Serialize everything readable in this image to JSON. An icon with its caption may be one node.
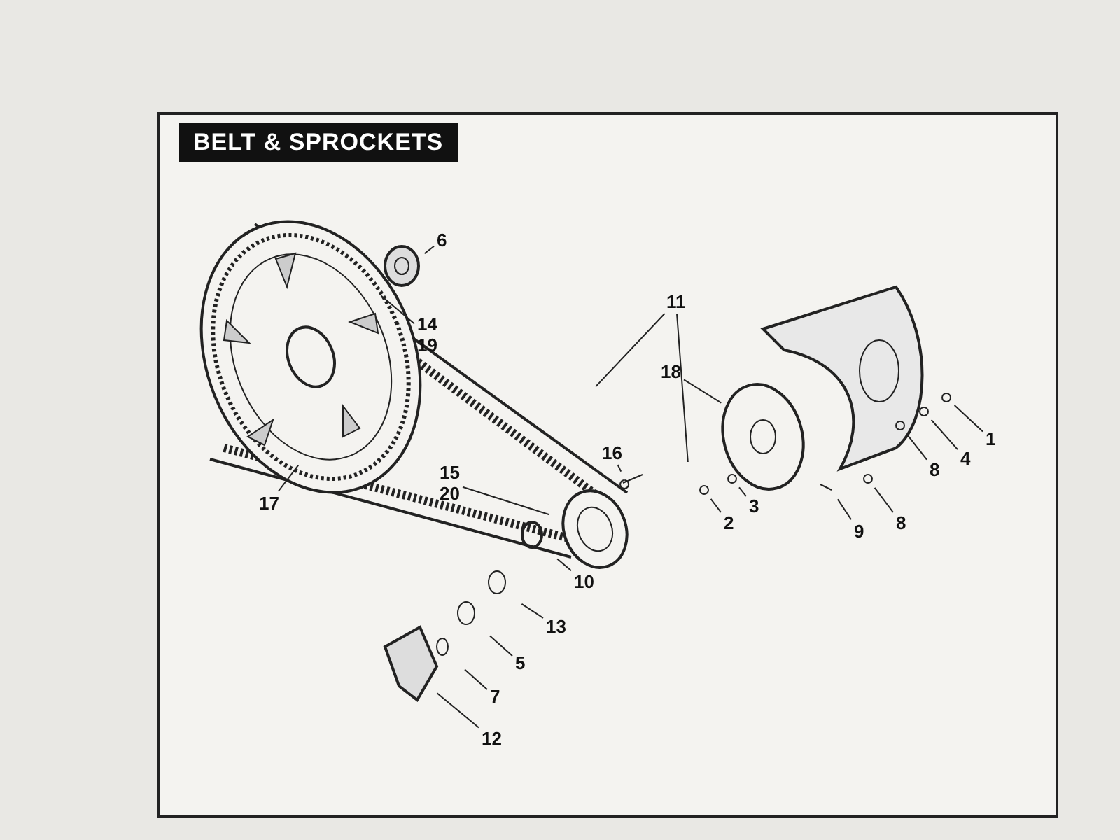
{
  "diagram": {
    "title": "BELT & SPROCKETS",
    "nodes": [
      {
        "text": [
          "6"
        ]
      },
      {
        "text": [
          "14",
          "19"
        ]
      },
      {
        "text": [
          "11"
        ]
      },
      {
        "text": [
          "18"
        ]
      },
      {
        "text": [
          "16"
        ]
      },
      {
        "text": [
          "17"
        ]
      },
      {
        "text": [
          "15",
          "20"
        ]
      },
      {
        "text": [
          "1"
        ]
      },
      {
        "text": [
          "4"
        ]
      },
      {
        "text": [
          "8"
        ]
      },
      {
        "text": [
          "3"
        ]
      },
      {
        "text": [
          "2"
        ]
      },
      {
        "text": [
          "8"
        ]
      },
      {
        "text": [
          "9"
        ]
      },
      {
        "text": [
          "10"
        ]
      },
      {
        "text": [
          "13"
        ]
      },
      {
        "text": [
          "5"
        ]
      },
      {
        "text": [
          "7"
        ]
      },
      {
        "text": [
          "12"
        ]
      }
    ],
    "edges": [
      {
        "from": 0,
        "to": null,
        "arrow": "none"
      },
      {
        "from": 1,
        "to": null,
        "arrow": "none"
      },
      {
        "from": 2,
        "to": null,
        "arrow": "none"
      },
      {
        "from": 3,
        "to": null,
        "arrow": "none"
      },
      {
        "from": 4,
        "to": null,
        "arrow": "none"
      },
      {
        "from": 5,
        "to": null,
        "arrow": "none"
      },
      {
        "from": 6,
        "to": null,
        "arrow": "none"
      },
      {
        "from": 7,
        "to": null,
        "arrow": "none"
      },
      {
        "from": 8,
        "to": null,
        "arrow": "none"
      },
      {
        "from": 9,
        "to": null,
        "arrow": "none"
      },
      {
        "from": 10,
        "to": null,
        "arrow": "none"
      },
      {
        "from": 11,
        "to": null,
        "arrow": "none"
      },
      {
        "from": 12,
        "to": null,
        "arrow": "none"
      },
      {
        "from": 13,
        "to": null,
        "arrow": "none"
      },
      {
        "from": 14,
        "to": null,
        "arrow": "none"
      },
      {
        "from": 15,
        "to": null,
        "arrow": "none"
      },
      {
        "from": 16,
        "to": null,
        "arrow": "none"
      },
      {
        "from": 17,
        "to": null,
        "arrow": "none"
      },
      {
        "from": 18,
        "to": null,
        "arrow": "none"
      }
    ]
  }
}
